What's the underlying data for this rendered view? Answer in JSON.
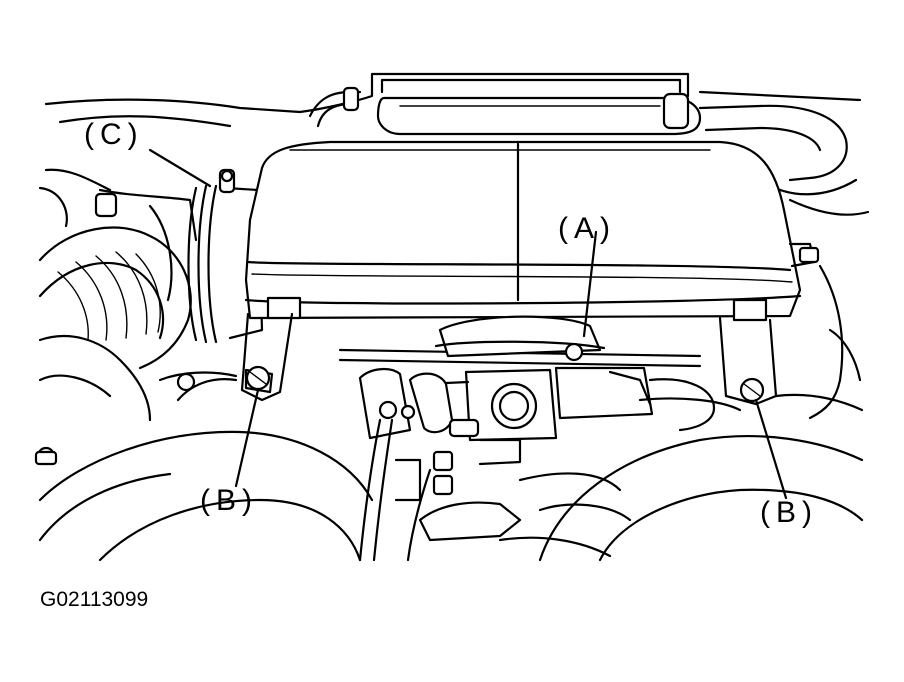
{
  "figure": {
    "callouts": {
      "a": "(A)",
      "b_left": "(B)",
      "b_right": "(B)",
      "c": "(C)"
    },
    "figure_id": "G02113099"
  }
}
